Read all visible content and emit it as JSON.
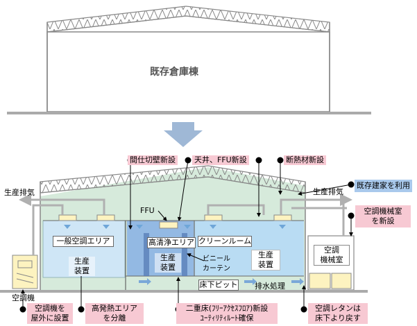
{
  "existing_warehouse_label": "既存倉庫棟",
  "callouts": {
    "partition": "間仕切壁新設",
    "ceiling_ffu": "天井、FFU新設",
    "insulation": "断熱材新設",
    "reuse_building": "既存建家を利用",
    "machine_room_new_line1": "空調機械室",
    "machine_room_new_line2": "を新設",
    "ac_outdoor_line1": "空調機を",
    "ac_outdoor_line2": "屋外に設置",
    "heat_area_line1": "高発熱エリア",
    "heat_area_line2": "を分離",
    "double_floor_line1": "二重床(ﾌﾘｰｱｸｾｽﾌﾛｱ)新設",
    "double_floor_line2": "ﾕｰﾃｨﾘﾃｨﾙｰﾄ確保",
    "return_duct_line1": "空調レタンは",
    "return_duct_line2": "床下より戻す"
  },
  "labels": {
    "exhaust_left": "生産排気",
    "exhaust_right": "生産排気",
    "ffu": "FFU",
    "general_area": "一般空調エリア",
    "production_eq_left_line1": "生産",
    "production_eq_left_line2": "装置",
    "high_clean_area": "高清浄エリア",
    "clean_room": "クリーンルーム",
    "production_eq_center_line1": "生産",
    "production_eq_center_line2": "装置",
    "vinyl_curtain_line1": "ビニール",
    "vinyl_curtain_line2": "カーテン",
    "production_eq_right_line1": "生産",
    "production_eq_right_line2": "装置",
    "ac_room_line1": "空調",
    "ac_room_line2": "機械室",
    "underfloor_pit": "床下ピット",
    "drainage": "排水処理",
    "ac_unit": "空調機"
  },
  "colors": {
    "callout_bg": "#f7c9d3",
    "reuse_bg": "#a9c9ec",
    "clean_green": "#d6eadb",
    "clean_blue": "#b9dcf3",
    "high_clean_blue": "#93b9e3",
    "frame_gray": "#888888",
    "arrow_gray": "#a9a9a9",
    "ac_yellow": "#fdf3c0"
  }
}
